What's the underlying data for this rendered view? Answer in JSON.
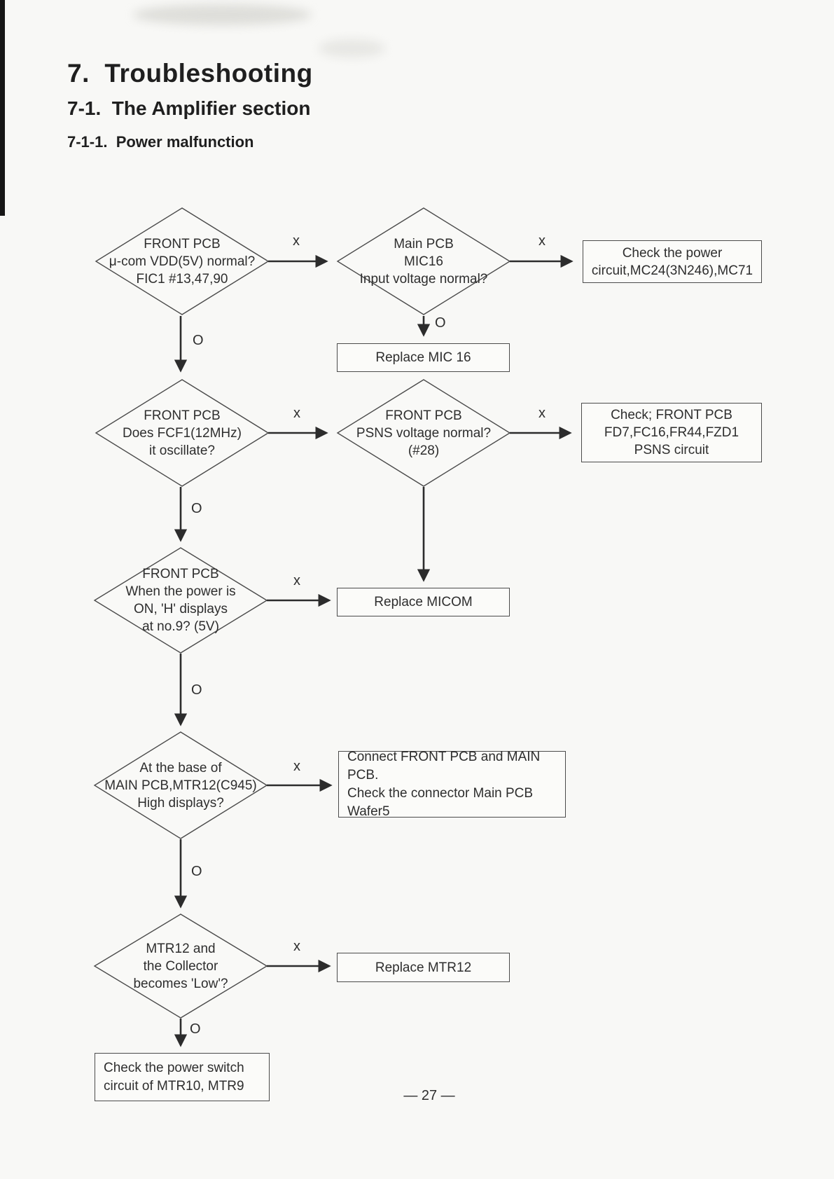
{
  "page": {
    "title": "7.  Troubleshooting",
    "section": "7-1.  The Amplifier section",
    "subsection": "7-1-1.  Power malfunction",
    "page_number": "— 27 —"
  },
  "branch_labels": {
    "pass": "O",
    "fail": "x"
  },
  "flowchart": {
    "decisions": {
      "vdd_normal": "FRONT PCB\nμ-com VDD(5V) normal?\nFIC1 #13,47,90",
      "mic16_input": "Main PCB\nMIC16\nInput voltage normal?",
      "fcf1_oscillate": "FRONT PCB\nDoes FCF1(12MHz)\nit oscillate?",
      "psns_voltage": "FRONT PCB\nPSNS voltage normal?\n(#28)",
      "h_displays": "FRONT PCB\nWhen the power is\nON, 'H' displays\nat no.9? (5V)",
      "mtr12_base": "At the base of\nMAIN PCB,MTR12(C945)\nHigh displays?",
      "collector_low": "MTR12 and\nthe Collector\nbecomes 'Low'?"
    },
    "actions": {
      "check_power_circuit": "Check the power\ncircuit,MC24(3N246),MC71",
      "replace_mic16": "Replace MIC 16",
      "check_psns_circuit": "Check; FRONT PCB\nFD7,FC16,FR44,FZD1\nPSNS circuit",
      "replace_micom": "Replace MICOM",
      "connect_pcb": "Connect FRONT PCB and MAIN PCB.\nCheck the connector Main PCB\nWafer5",
      "replace_mtr12": "Replace MTR12",
      "check_power_switch": "Check the power switch\ncircuit of MTR10, MTR9"
    }
  }
}
